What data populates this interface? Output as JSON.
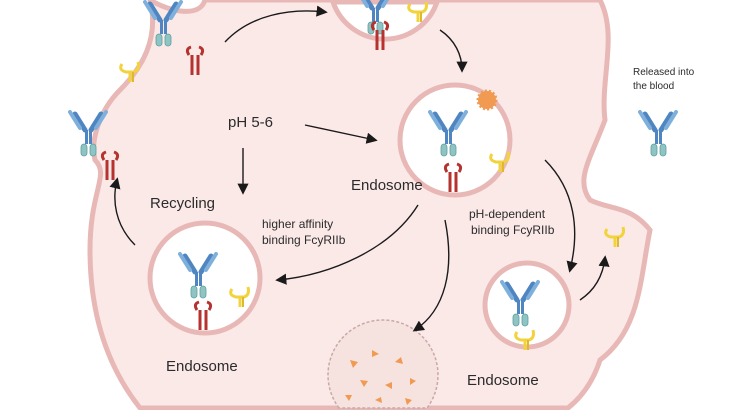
{
  "labels": {
    "ph": "pH 5-6",
    "recycling": "Recycling",
    "endosome_center": "Endosome",
    "higher_affinity_line1": "higher affinity",
    "higher_affinity_line2": "binding  FcyRIIb",
    "ph_dependent_line1": "pH-dependent",
    "ph_dependent_line2": "binding FcyRIIb",
    "endosome_left": "Endosome",
    "endosome_right": "Endosome",
    "released_line1": "Released into",
    "released_line2": "the blood"
  },
  "colors": {
    "cell_fill": "#fbe9e8",
    "cell_stroke": "#e8b8b6",
    "antibody_blue": "#4f86c1",
    "antibody_fc": "#8fc4c4",
    "fcrn_red": "#b5322f",
    "fcgr_yellow": "#f2d33c",
    "pathogen_orange": "#f09a52",
    "arrow": "#1a1a1a"
  }
}
